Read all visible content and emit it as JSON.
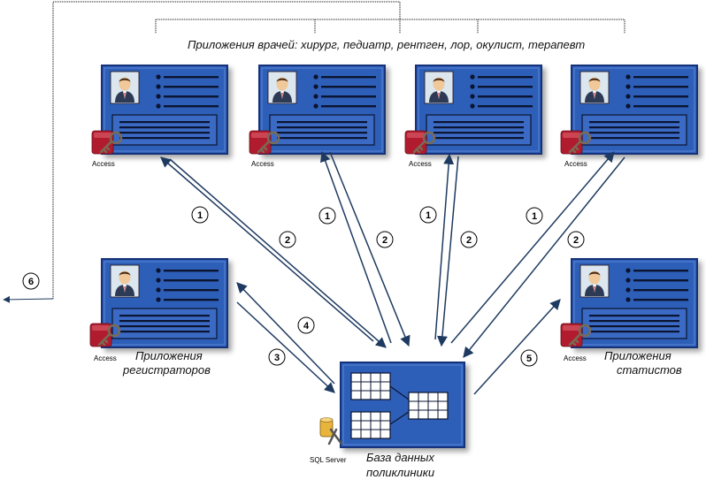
{
  "header": {
    "doctors_label": "Приложения врачей:  хирург, педиатр, рентген,  лор,  окулист, терапевт"
  },
  "labels": {
    "registrars": [
      "Приложения",
      "регистраторов"
    ],
    "statisticians": [
      "Приложения",
      "статистов"
    ],
    "database": [
      "База данных",
      "поликлиники"
    ]
  },
  "app_logos": {
    "access": "Access",
    "sql_server": "SQL Server"
  },
  "arrow_numbers": {
    "d1_up": "1",
    "d1_down": "2",
    "d2_up": "1",
    "d2_down": "2",
    "d3_up": "1",
    "d3_down": "2",
    "d4_up": "1",
    "d4_down": "2",
    "reg_in": "3",
    "reg_out": "4",
    "stat": "5",
    "external": "6"
  },
  "colors": {
    "card_fill": "#2f5fb8",
    "card_border": "#14307a",
    "arrow": "#1e3a60",
    "access_red": "#b01c2e"
  }
}
